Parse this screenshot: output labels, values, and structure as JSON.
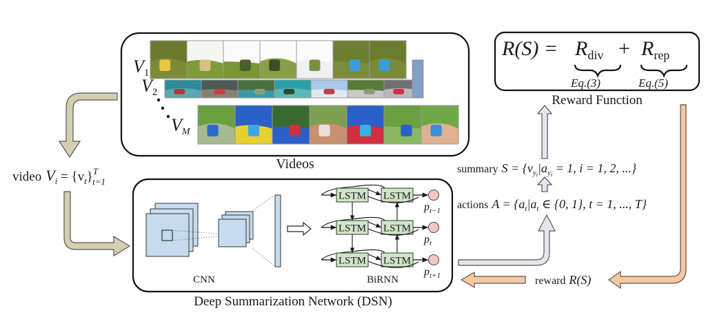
{
  "videos_panel": {
    "caption": "Videos",
    "rows": [
      {
        "label": "V",
        "sub": "1",
        "frames": [
          "grass-yellow-slide",
          "hillside-white-slide",
          "hillside-sky",
          "sky-hill",
          "sky-low-hill",
          "grass-blue-pool",
          "grass-pool-people"
        ]
      },
      {
        "label": "V",
        "sub": "2",
        "frames": [
          "lake-aerial",
          "rocks-aerial",
          "cliff-water",
          "turquoise-lake",
          "sky-parachute",
          "road-trees",
          "road-red"
        ]
      },
      {
        "label": "V",
        "sub": "M",
        "frames": [
          "house-boy",
          "inflatable-slide",
          "slide-kids",
          "garden-fountain",
          "slide-tall",
          "boy-grass",
          "boy-closeup"
        ]
      }
    ]
  },
  "reward_panel": {
    "formula_lhs": "R(S) =",
    "term1": "R",
    "term1_sub": "div",
    "plus": "+",
    "term2": "R",
    "term2_sub": "rep",
    "eq1": "Eq.(3)",
    "eq2": "Eq.(5)",
    "caption": "Reward Function"
  },
  "dsn_panel": {
    "caption": "Deep Summarization Network (DSN)",
    "cnn_label": "CNN",
    "birnn_label": "BiRNN",
    "lstm_label": "LSTM",
    "outputs": [
      {
        "p": "p",
        "sub": "t−1"
      },
      {
        "p": "p",
        "sub": "t"
      },
      {
        "p": "p",
        "sub": "t+1"
      }
    ]
  },
  "labels": {
    "video_prefix": "video",
    "video_var": "V",
    "video_sub": "i",
    "video_eq": " = {v",
    "video_eq_sub": "t",
    "video_eq_close": "}",
    "video_sup": "T",
    "video_sub2": "t=1",
    "summary_prefix": "summary",
    "summary_expr": "S = {v",
    "summary_sub1": "y",
    "summary_sub1b": "i",
    "summary_mid": "|a",
    "summary_sub2": "y",
    "summary_sub2b": "i",
    "summary_tail": " = 1, i = 1, 2, ...}",
    "actions_prefix": "actions",
    "actions_expr": "A = {a",
    "actions_sub1": "t",
    "actions_mid": "|a",
    "actions_sub2": "t",
    "actions_tail": " ∈ {0, 1}, t = 1, ..., T}",
    "reward_prefix": "reward",
    "reward_expr": "R(S)"
  },
  "colors": {
    "tan_arrow": "#d6ceb0",
    "lavender_arrow": "#e6e4f0",
    "orange_arrow": "#f8c8a0",
    "cnn_blue": "#c6dbee",
    "lstm_green": "#cfe6c8",
    "output_pink": "#f2c6c6"
  }
}
